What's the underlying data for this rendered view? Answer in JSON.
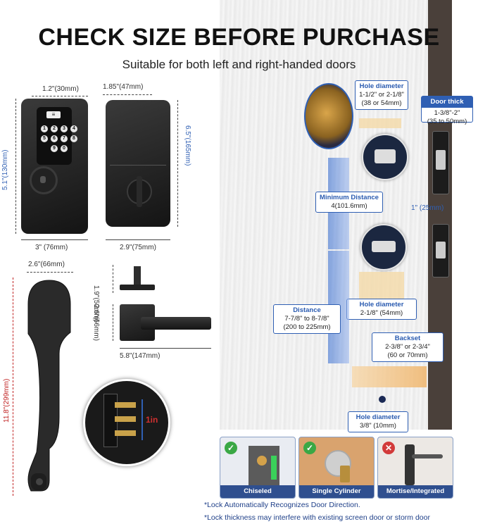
{
  "title": "CHECK SIZE BEFORE PURCHASE",
  "subtitle": "Suitable for both left and right-handed doors",
  "keypad": {
    "keys": [
      "1 2",
      "3 4",
      "5 6",
      "7 8",
      "9 0"
    ],
    "top_button": "≡",
    "depth": "1.2\"(30mm)",
    "height": "5.1\"(130mm)",
    "width": "3\" (76mm)"
  },
  "interior_lock": {
    "depth": "1.85\"(47mm)",
    "height": "6.5\"(165mm)",
    "width": "2.9\"(75mm)"
  },
  "handleset": {
    "width": "2.6\"(66mm)",
    "height": "11.8\"(299mm)"
  },
  "lever": {
    "rose_depth": "1.9\"(50mm)",
    "rose_height": "2.6\"(66mm)",
    "length": "5.8\"(147mm)"
  },
  "latch_inset": {
    "label": "1in"
  },
  "door_specs": {
    "hole_diameter_top": {
      "heading": "Hole diameter",
      "line1": "1-1/2\" or 2-1/8\"",
      "line2": "(38 or 54mm)"
    },
    "door_thick": {
      "heading": "Door thick",
      "line1": "1-3/8\"-2\"",
      "line2": "(35 to 50mm)"
    },
    "minimum_distance": {
      "heading": "Minimum Distance",
      "line1": "4(101.6mm)"
    },
    "latch_face": "1\" (25mm)",
    "distance": {
      "heading": "Distance",
      "line1": "7-7/8\" to 8-7/8\"",
      "line2": "(200 to 225mm)"
    },
    "hole_diameter_mid": {
      "heading": "Hole diameter",
      "line1": "2-1/8\" (54mm)"
    },
    "backset": {
      "heading": "Backset",
      "line1": "2-3/8\" or 2-3/4\"",
      "line2": "(60 or 70mm)"
    },
    "hole_diameter_bottom": {
      "heading": "Hole diameter",
      "line1": "3/8\" (10mm)"
    }
  },
  "compat_cards": [
    {
      "label": "Chiseled",
      "status": "ok"
    },
    {
      "label": "Single Cylinder",
      "status": "ok"
    },
    {
      "label": "Mortise/Integrated",
      "status": "no"
    }
  ],
  "notes": [
    "*Lock Automatically Recognizes Door Direction.",
    "*Lock thickness may interfere with existing screen door or storm door"
  ],
  "colors": {
    "accent": "#2f5fb3",
    "ok": "#3aa845",
    "no": "#d23a3a",
    "door_edge": "#4a403a"
  }
}
